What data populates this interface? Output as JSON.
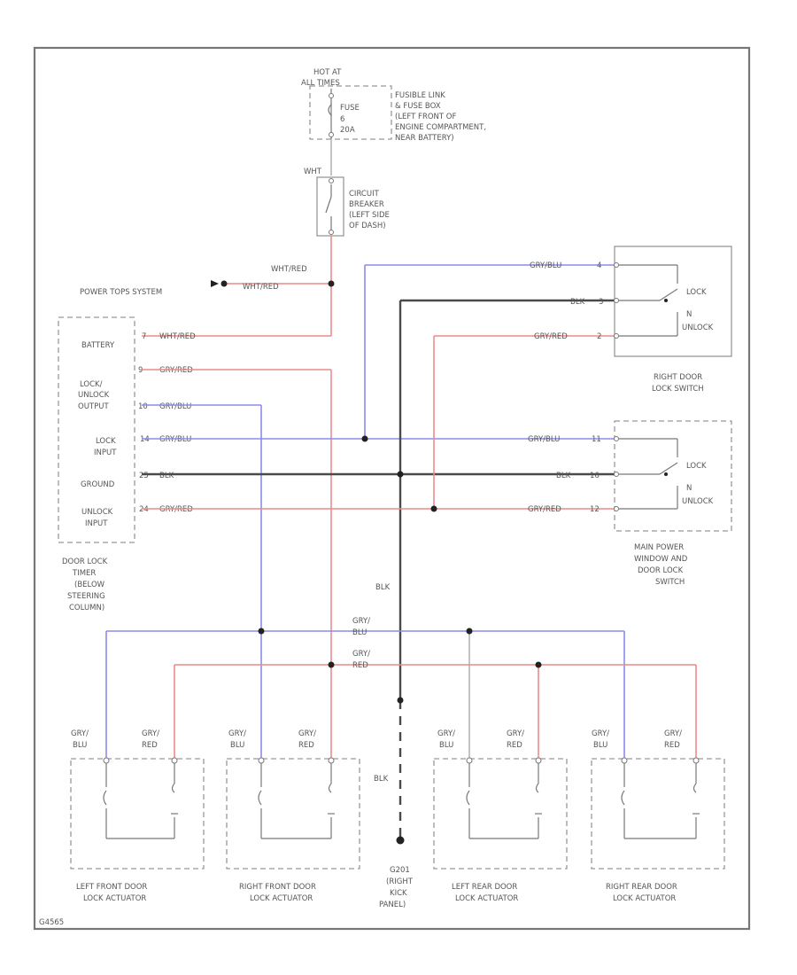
{
  "fuse_block": {
    "hot_at": "HOT AT",
    "all_times": "ALL TIMES",
    "fuse": "FUSE",
    "fuse_num": "6",
    "amp": "20A",
    "desc": [
      "FUSIBLE LINK",
      "& FUSE BOX",
      "(LEFT FRONT OF",
      "ENGINE COMPARTMENT,",
      "NEAR BATTERY)"
    ]
  },
  "breaker": {
    "top_wire": "WHT",
    "desc": [
      "CIRCUIT",
      "BREAKER",
      "(LEFT SIDE",
      "OF DASH)"
    ]
  },
  "power_tops": {
    "label": "POWER TOPS SYSTEM",
    "wire_a": "WHT/RED",
    "wire_b": "WHT/RED"
  },
  "timer": {
    "inputs": [
      {
        "label": [
          "BATTERY"
        ],
        "pin": "7",
        "wire": "WHT/RED"
      },
      {
        "label": [
          "LOCK/",
          "UNLOCK",
          "OUTPUT"
        ],
        "pin": "9",
        "wire": "GRY/RED"
      },
      {
        "label": [],
        "pin": "10",
        "wire": "GRY/BLU"
      },
      {
        "label": [
          "LOCK",
          "INPUT"
        ],
        "pin": "14",
        "wire": "GRY/BLU"
      },
      {
        "label": [
          "GROUND"
        ],
        "pin": "25",
        "wire": "BLK"
      },
      {
        "label": [
          "UNLOCK",
          "INPUT"
        ],
        "pin": "24",
        "wire": "GRY/RED"
      }
    ],
    "desc": [
      "DOOR LOCK",
      "TIMER",
      "(BELOW",
      "STEERING",
      "COLUMN)"
    ]
  },
  "right_switch": {
    "wires": [
      {
        "wire": "GRY/BLU",
        "pin": "4"
      },
      {
        "wire": "BLK",
        "pin": "3"
      },
      {
        "wire": "GRY/RED",
        "pin": "2"
      }
    ],
    "lock": "LOCK",
    "n": "N",
    "unlock": "UNLOCK",
    "desc": [
      "RIGHT DOOR",
      "LOCK SWITCH"
    ]
  },
  "main_switch": {
    "wires": [
      {
        "wire": "GRY/BLU",
        "pin": "11"
      },
      {
        "wire": "BLK",
        "pin": "16"
      },
      {
        "wire": "GRY/RED",
        "pin": "12"
      }
    ],
    "lock": "LOCK",
    "n": "N",
    "unlock": "UNLOCK",
    "desc": [
      "MAIN POWER",
      "WINDOW AND",
      "DOOR LOCK",
      "SWITCH"
    ]
  },
  "bus": {
    "blk": "BLK",
    "gry_blu": [
      "GRY/",
      "BLU"
    ],
    "gry_red": [
      "GRY/",
      "RED"
    ],
    "blk_lower": "BLK"
  },
  "actuators": [
    {
      "name": [
        "LEFT FRONT DOOR",
        "LOCK ACTUATOR"
      ],
      "left_wire": [
        "GRY/",
        "BLU"
      ],
      "right_wire": [
        "GRY/",
        "RED"
      ]
    },
    {
      "name": [
        "RIGHT FRONT DOOR",
        "LOCK ACTUATOR"
      ],
      "left_wire": [
        "GRY/",
        "BLU"
      ],
      "right_wire": [
        "GRY/",
        "RED"
      ]
    },
    {
      "name": [
        "LEFT REAR DOOR",
        "LOCK ACTUATOR"
      ],
      "left_wire": [
        "GRY/",
        "BLU"
      ],
      "right_wire": [
        "GRY/",
        "RED"
      ]
    },
    {
      "name": [
        "RIGHT REAR DOOR",
        "LOCK ACTUATOR"
      ],
      "left_wire": [
        "GRY/",
        "BLU"
      ],
      "right_wire": [
        "GRY/",
        "RED"
      ]
    }
  ],
  "ground": [
    "G201",
    "(RIGHT",
    "KICK",
    "PANEL)"
  ],
  "footer_code": "G4565"
}
